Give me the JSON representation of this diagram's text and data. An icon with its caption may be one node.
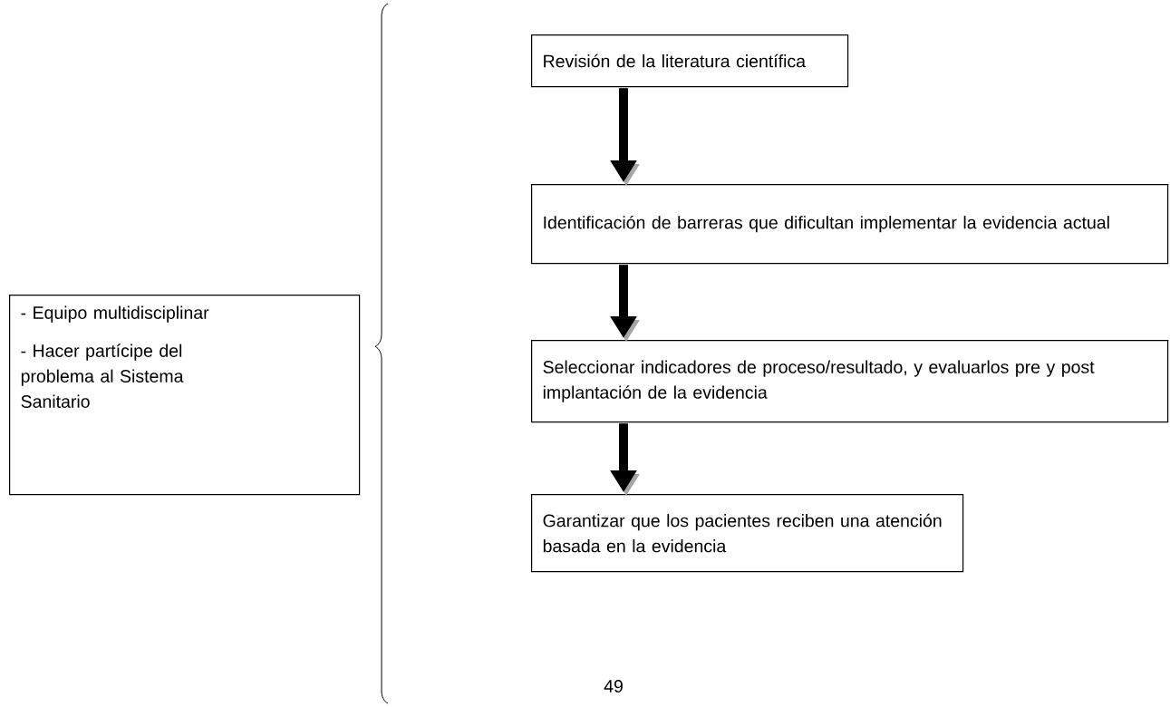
{
  "diagram": {
    "nodes": [
      {
        "text": [
          "- Equipo multidisciplinar",
          "- Hacer partícipe del problema al Sistema Sanitario"
        ]
      },
      {
        "text": [
          "Revisión de la literatura científica"
        ]
      },
      {
        "text": [
          "Identificación de barreras que dificultan implementar la evidencia actual"
        ]
      },
      {
        "text": [
          "Seleccionar indicadores de proceso/resultado, y evaluarlos pre y post implantación de la evidencia"
        ]
      },
      {
        "text": [
          "Garantizar que los pacientes reciben una atención basada en la evidencia"
        ]
      }
    ],
    "edges": [
      {
        "from": 1,
        "to": 2,
        "arrow": "to"
      },
      {
        "from": 2,
        "to": 3,
        "arrow": "to"
      },
      {
        "from": 3,
        "to": 4,
        "arrow": "to"
      }
    ],
    "labels": [
      "49"
    ]
  }
}
